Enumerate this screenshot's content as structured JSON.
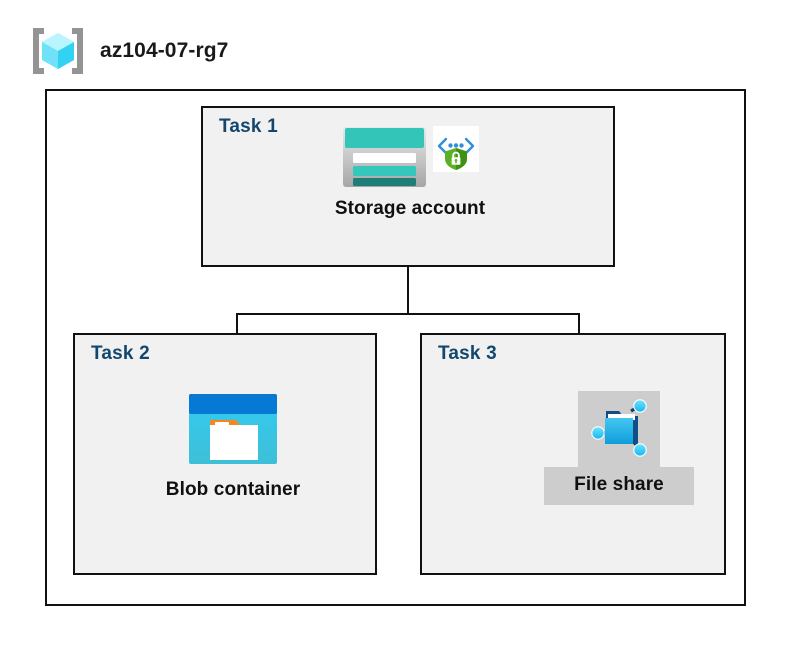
{
  "header": {
    "icon": "resource-group-icon",
    "title": "az104-07-rg7"
  },
  "container": {
    "name": "resource-group-boundary"
  },
  "tasks": [
    {
      "label": "Task 1",
      "node": {
        "caption": "Storage account",
        "icons": [
          "storage-account-icon",
          "security-shield-lock-icon"
        ],
        "highlighted": false
      }
    },
    {
      "label": "Task 2",
      "node": {
        "caption": "Blob container",
        "icons": [
          "blob-container-icon"
        ],
        "highlighted": false
      }
    },
    {
      "label": "Task 3",
      "node": {
        "caption": "File share",
        "icons": [
          "file-share-icon"
        ],
        "highlighted": true
      }
    }
  ],
  "connectors": [
    {
      "name": "storage-to-branch-trunk"
    },
    {
      "name": "branch-horizontal-bar"
    },
    {
      "name": "branch-to-blob-container"
    },
    {
      "name": "branch-to-file-share"
    }
  ],
  "colors": {
    "task_label": "#14476e",
    "box_fill": "#f1f1f1",
    "box_border": "#111111",
    "highlight": "#cdcdcd",
    "azure_blue": "#0078d4",
    "storage_teal": "#32bfb0",
    "shield_green": "#4aa413",
    "blob_orange": "#f78d1e",
    "cube_cyan": "#50e6ff"
  }
}
